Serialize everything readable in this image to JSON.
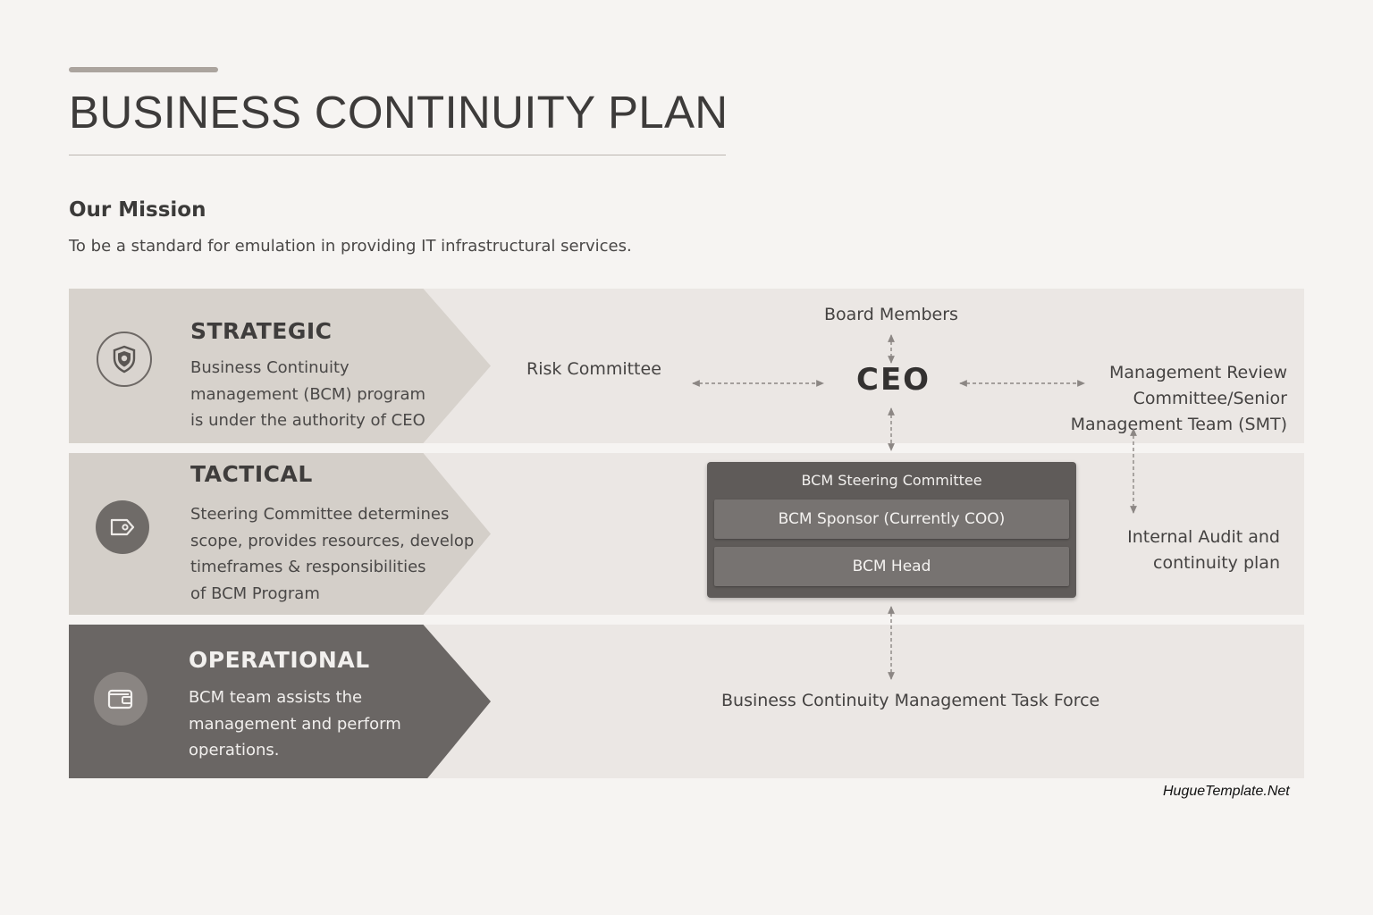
{
  "title": "BUSINESS CONTINUITY PLAN",
  "mission": {
    "heading": "Our Mission",
    "text": "To be a standard for emulation in providing IT infrastructural services."
  },
  "tiers": [
    {
      "title": "STRATEGIC",
      "lines": [
        "Business Continuity",
        "management (BCM) program",
        "is under the authority of CEO"
      ],
      "icon": "shield-icon"
    },
    {
      "title": "TACTICAL",
      "lines": [
        "Steering Committee determines",
        "scope, provides resources, develop",
        "timeframes & responsibilities",
        "of BCM Program"
      ],
      "icon": "tag-icon"
    },
    {
      "title": "OPERATIONAL",
      "lines": [
        "BCM team assists the",
        "management and perform",
        "operations."
      ],
      "icon": "wallet-icon"
    }
  ],
  "org": {
    "board": "Board Members",
    "risk": "Risk Committee",
    "ceo": "CEO",
    "mrc_lines": [
      "Management Review",
      "Committee/Senior",
      "Management Team (SMT)"
    ],
    "steering": {
      "label": "BCM Steering Committee",
      "sponsor": "BCM Sponsor (Currently COO)",
      "head": "BCM Head"
    },
    "audit_lines": [
      "Internal Audit and",
      "continuity plan"
    ],
    "taskforce": "Business Continuity Management Task Force"
  },
  "watermark": "HugueTemplate.Net",
  "colors": {
    "background": "#f6f4f2",
    "band": "#ebe7e4",
    "chevron_light": "#d7d2cc",
    "chevron_dark": "#6a6664",
    "steering_box": "#5f5b59",
    "steering_bar": "#777371",
    "connector": "#8c8784"
  }
}
